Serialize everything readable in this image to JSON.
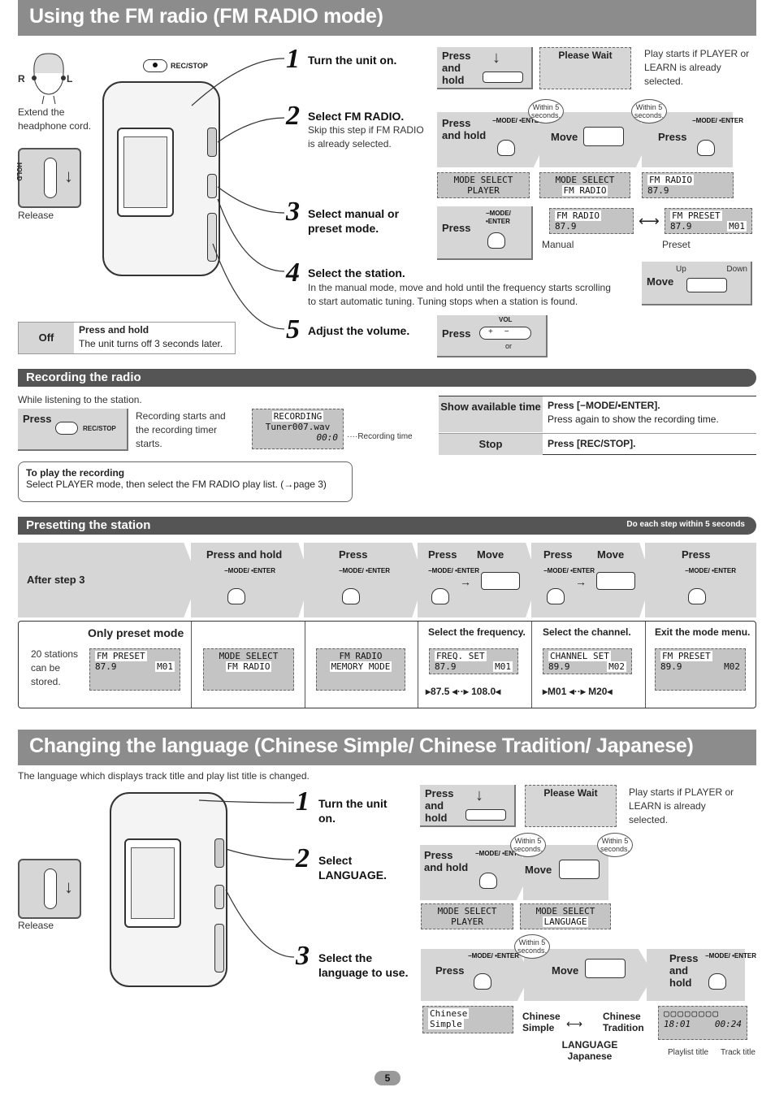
{
  "fm_section": {
    "title": "Using the FM radio (FM RADIO mode)",
    "headphone_note": "Extend the headphone cord.",
    "rec_stop_label": "REC/STOP",
    "hold_label": "HOLD",
    "release": "Release",
    "r_label": "R",
    "l_label": "L",
    "steps": [
      {
        "num": "1",
        "title": "Turn the unit on."
      },
      {
        "num": "2",
        "title": "Select FM RADIO.",
        "desc": "Skip this step if FM RADIO is already selected."
      },
      {
        "num": "3",
        "title": "Select manual or preset mode."
      },
      {
        "num": "4",
        "title": "Select the station.",
        "desc": "In the manual mode, move and hold until the frequency starts scrolling to start automatic tuning. Tuning stops when a station is found."
      },
      {
        "num": "5",
        "title": "Adjust the volume."
      }
    ],
    "off_box": {
      "label": "Off",
      "action": "Press and hold",
      "desc": "The unit turns off 3 seconds later."
    },
    "press_and_hold": "Press and hold",
    "please_wait": "Please Wait",
    "play_starts": "Play starts if PLAYER or LEARN is already selected.",
    "within5": "Within 5 seconds.",
    "press": "Press",
    "move": "Move",
    "mode_enter": "−MODE/ •ENTER",
    "lcd_mode_select": "MODE SELECT",
    "lcd_player": "PLAYER",
    "lcd_fm_radio": "FM RADIO",
    "lcd_freq": "87.9",
    "lcd_fm_preset": "FM PRESET",
    "lcd_m01": "M01",
    "manual": "Manual",
    "preset": "Preset",
    "up": "Up",
    "down": "Down",
    "vol": "VOL",
    "or": "or"
  },
  "recording": {
    "header": "Recording the radio",
    "intro": "While listening to the station.",
    "press": "Press",
    "rec_stop": "REC/STOP",
    "desc": "Recording starts and the recording timer starts.",
    "lcd_line1": "RECORDING",
    "lcd_line2": "Tuner007.wav",
    "lcd_line3": "00:0",
    "recording_time": "Recording time",
    "table": [
      {
        "label": "Show available time",
        "action": "Press [−MODE/•ENTER].",
        "desc": "Press again to show the recording time."
      },
      {
        "label": "Stop",
        "action": "Press [REC/STOP].",
        "desc": ""
      }
    ],
    "play_title": "To play the recording",
    "play_desc": "Select PLAYER mode, then select the FM RADIO play list. (→page 3)"
  },
  "presetting": {
    "header": "Presetting the station",
    "note": "Do each step within 5 seconds",
    "after_step": "After step 3",
    "cols": [
      {
        "label": "Press and hold"
      },
      {
        "label": "Press"
      },
      {
        "label": "Press",
        "label2": "Move"
      },
      {
        "label": "Press",
        "label2": "Move"
      },
      {
        "label": "Press"
      }
    ],
    "only_preset": "Only preset mode",
    "stations_note": "20 stations can be stored.",
    "select_freq": "Select the frequency.",
    "select_channel": "Select the channel.",
    "exit_menu": "Exit the mode menu.",
    "lcd": {
      "preset_line1": "FM PRESET",
      "preset_freq": "87.9",
      "preset_m": "M01",
      "mode_select": "MODE SELECT",
      "fm_radio": "FM RADIO",
      "fm_radio2": "FM RADIO",
      "memory_mode": "MEMORY MODE",
      "freq_set": "FREQ. SET",
      "freq_val": "87.9",
      "freq_m": "M01",
      "range_lo": "87.5",
      "range_hi": "108.0",
      "channel_set": "CHANNEL SET",
      "ch_freq": "89.9",
      "ch_m": "M02",
      "ch_lo": "M01",
      "ch_hi": "M20",
      "final_freq": "89.9",
      "final_m": "M02"
    }
  },
  "language_section": {
    "title": "Changing the language (Chinese Simple/ Chinese Tradition/ Japanese)",
    "intro": "The language which displays track title and play list title is changed.",
    "release": "Release",
    "steps": [
      {
        "num": "1",
        "title": "Turn the unit on."
      },
      {
        "num": "2",
        "title": "Select LANGUAGE."
      },
      {
        "num": "3",
        "title": "Select the language to use."
      }
    ],
    "press_and_hold": "Press and hold",
    "please_wait": "Please Wait",
    "play_starts": "Play starts if PLAYER or LEARN is already selected.",
    "within5": "Within 5 seconds.",
    "move": "Move",
    "press": "Press",
    "lcd_mode_select": "MODE SELECT",
    "lcd_player": "PLAYER",
    "lcd_language": "LANGUAGE",
    "lcd_chinese": "Chinese",
    "lcd_simple": "Simple",
    "chinese_simple": "Chinese Simple",
    "chinese_tradition": "Chinese Tradition",
    "language_japanese": "LANGUAGE Japanese",
    "lcd_counter1": "18:01",
    "lcd_counter2": "00:24",
    "playlist_title": "Playlist title",
    "track_title": "Track title"
  },
  "page_number": "5"
}
